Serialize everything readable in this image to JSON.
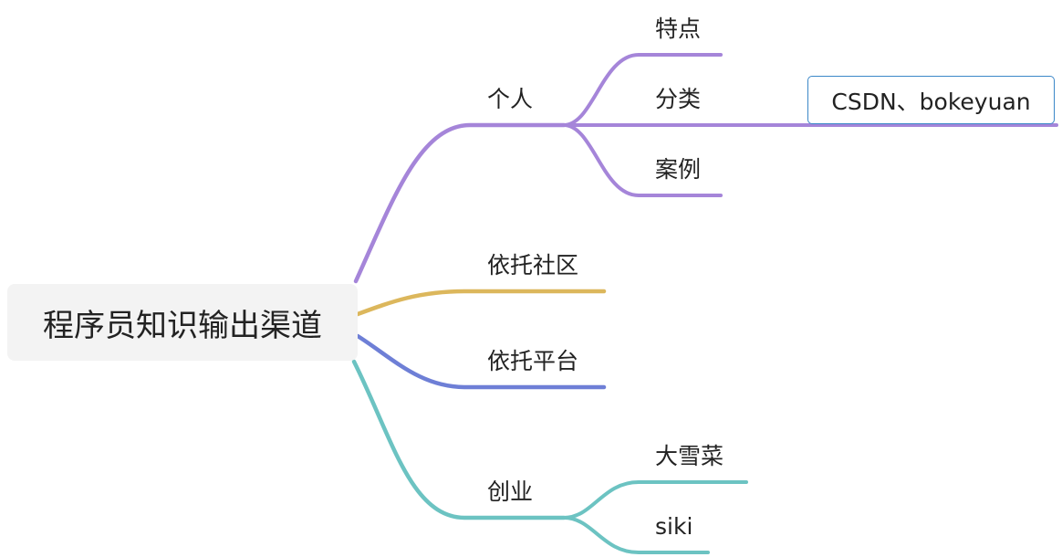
{
  "root": {
    "label": "程序员知识输出渠道"
  },
  "branches": [
    {
      "label": "个人",
      "color": "#a585d9",
      "children": [
        {
          "label": "特点"
        },
        {
          "label": "分类",
          "note": "CSDN、bokeyuan"
        },
        {
          "label": "案例"
        }
      ]
    },
    {
      "label": "依托社区",
      "color": "#dcb75c",
      "children": []
    },
    {
      "label": "依托平台",
      "color": "#6e7fd6",
      "children": []
    },
    {
      "label": "创业",
      "color": "#6cc3c2",
      "children": [
        {
          "label": "大雪菜"
        },
        {
          "label": "siki"
        }
      ]
    }
  ],
  "colors": {
    "note_border": "#3b87c8",
    "root_fill": "#f3f3f3"
  }
}
